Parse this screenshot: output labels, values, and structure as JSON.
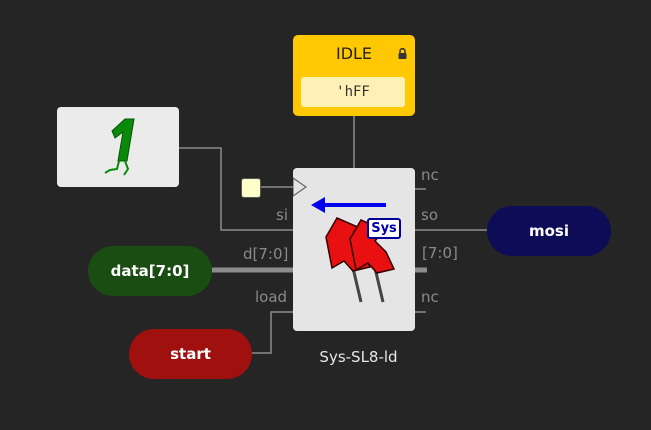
{
  "state": {
    "name": "IDLE",
    "value": "'hFF"
  },
  "inputs": {
    "data": "data[7:0]",
    "start": "start"
  },
  "outputs": {
    "mosi": "mosi"
  },
  "chip": {
    "name": "Sys-SL8-ld",
    "badge": "Sys",
    "ports": {
      "si": "si",
      "d": "d[7:0]",
      "load": "load",
      "nc_top": "nc",
      "so": "so",
      "q": "[7:0]",
      "nc_bottom": "nc"
    }
  },
  "colors": {
    "background": "#252525",
    "state": "#ffc800",
    "data": "#1a4d12",
    "start": "#a0100f",
    "mosi": "#0d0d57",
    "arrow": "#0000ee",
    "pin": "#e81010"
  },
  "icons": {
    "constant": "constant-one-icon",
    "lock": "lock-icon",
    "arrow": "shift-left-arrow-icon",
    "pins": "push-pins-icon"
  }
}
